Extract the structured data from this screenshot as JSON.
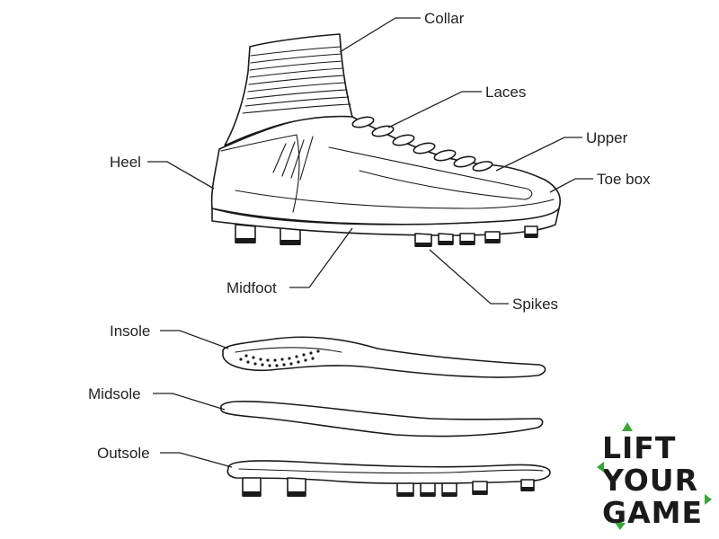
{
  "labels": {
    "collar": "Collar",
    "laces": "Laces",
    "upper": "Upper",
    "heel": "Heel",
    "toe_box": "Toe box",
    "midfoot": "Midfoot",
    "spikes": "Spikes",
    "insole": "Insole",
    "midsole": "Midsole",
    "outsole": "Outsole"
  },
  "logo": {
    "line1": "LIFT",
    "line2": "YOUR",
    "line3": "GAME",
    "accent_color": "#3aa63a"
  },
  "colors": {
    "line": "#1a1a1a",
    "background": "#ffffff"
  }
}
